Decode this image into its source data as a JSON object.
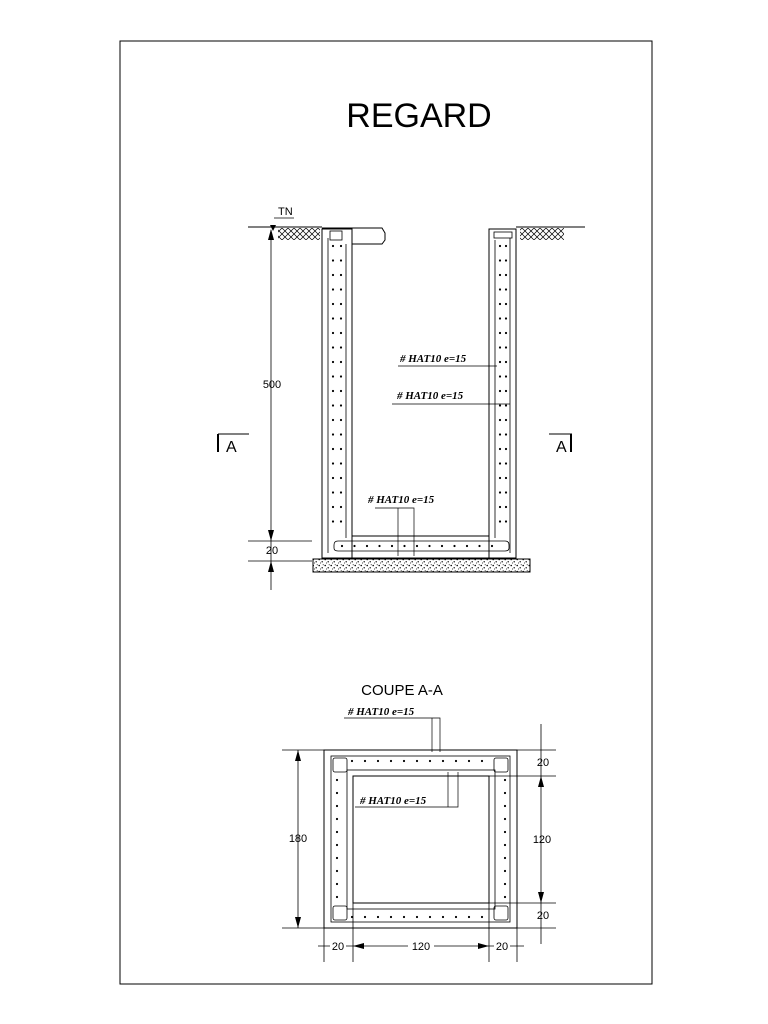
{
  "title": "REGARD",
  "ground_label": "TN",
  "elevation": {
    "depth_dim": "500",
    "slab_dim": "20",
    "section_mark_left": "A",
    "section_mark_right": "A",
    "rebar_labels": [
      "# HAT10 e=15",
      "# HAT10 e=15",
      "# HAT10 e=15"
    ]
  },
  "section": {
    "title": "COUPE A-A",
    "rebar_labels": [
      "# HAT10 e=15",
      "# HAT10 e=15"
    ],
    "height_dim": "180",
    "right_dims": [
      "20",
      "120",
      "20"
    ],
    "bottom_dims": [
      "20",
      "120",
      "20"
    ]
  }
}
